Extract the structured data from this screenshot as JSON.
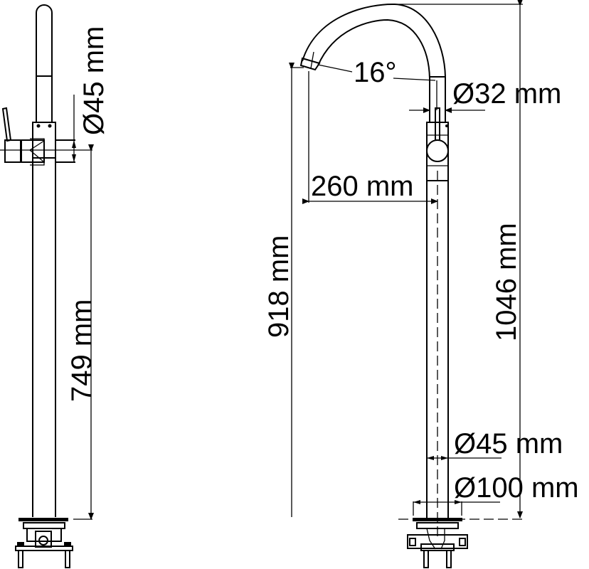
{
  "drawing": {
    "type": "technical dimension drawing",
    "subject": "freestanding floor-mounted faucet",
    "side_view": {
      "labels": {
        "lever_diameter": "Ø45 mm",
        "height_to_lever": "749 mm"
      }
    },
    "front_view": {
      "labels": {
        "spout_angle": "16°",
        "spout_diameter": "Ø32 mm",
        "spout_reach": "260 mm",
        "outlet_height": "918 mm",
        "total_height": "1046 mm",
        "column_diameter": "Ø45 mm",
        "base_diameter": "Ø100 mm"
      }
    },
    "colors": {
      "line": "#000000",
      "background": "#ffffff"
    }
  }
}
